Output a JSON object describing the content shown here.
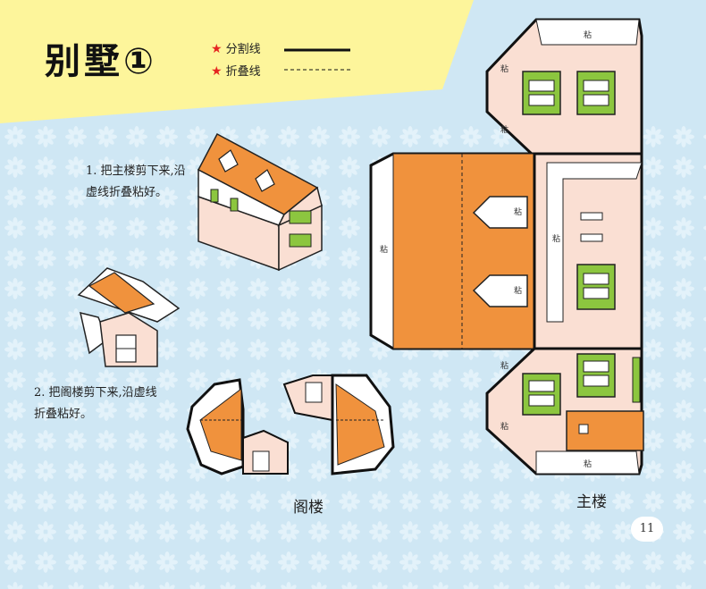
{
  "title": "别墅①",
  "legend": {
    "cut_label": "分割线",
    "fold_label": "折叠线"
  },
  "instructions": {
    "step1": "1. 把主楼剪下来,沿虚线折叠粘好。",
    "step2": "2. 把阁楼剪下来,沿虚线折叠粘好。"
  },
  "captions": {
    "attic": "阁楼",
    "main": "主楼"
  },
  "glue_mark": "粘",
  "page_number": "11",
  "colors": {
    "background": "#cfe7f4",
    "banner": "#fdf59b",
    "roof": "#f0923d",
    "wall": "#fadfd3",
    "window": "#8cc63f",
    "star": "#e52521"
  }
}
